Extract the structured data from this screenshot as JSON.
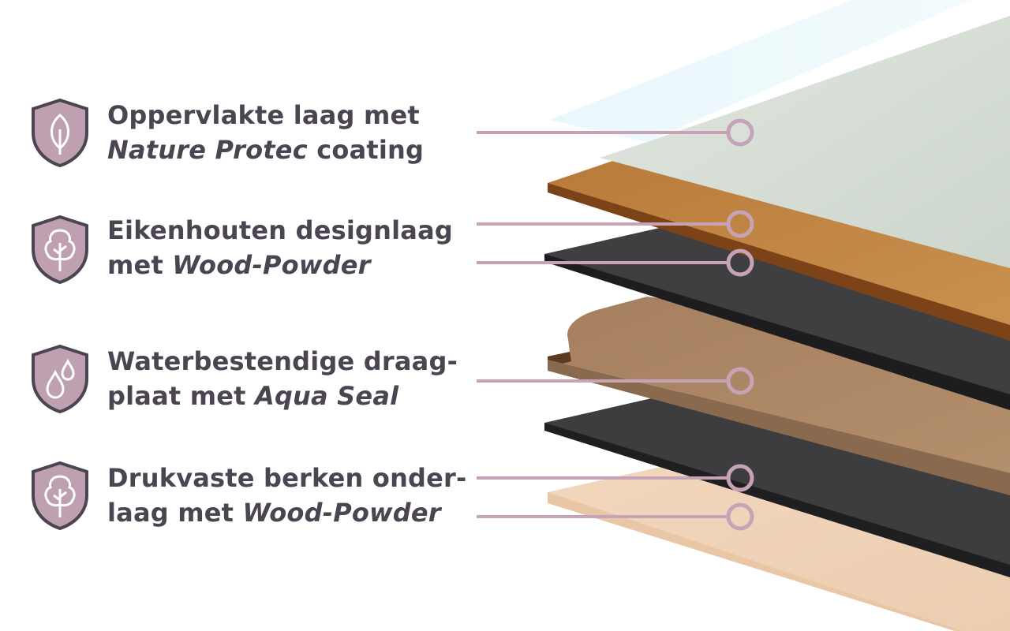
{
  "colors": {
    "text": "#4a4550",
    "accent": "#c7a3b8",
    "shield_fill": "#bfa0b1",
    "shield_stroke": "#4a4550"
  },
  "layers": [
    {
      "icon": "leaf-icon",
      "line1": "Oppervlakte laag met",
      "line2_em": "Nature Protec",
      "line2_rest": " coating"
    },
    {
      "icon": "tree-icon",
      "line1": "Eikenhouten designlaag",
      "line2_pre": "met ",
      "line2_em": "Wood-Powder"
    },
    {
      "icon": "water-drops-icon",
      "line1": "Waterbestendige draag-",
      "line2_pre": "plaat met ",
      "line2_em": "Aqua Seal"
    },
    {
      "icon": "tree-icon",
      "line1": "Drukvaste berken onder-",
      "line2_pre": "laag met ",
      "line2_em": "Wood-Powder"
    }
  ]
}
